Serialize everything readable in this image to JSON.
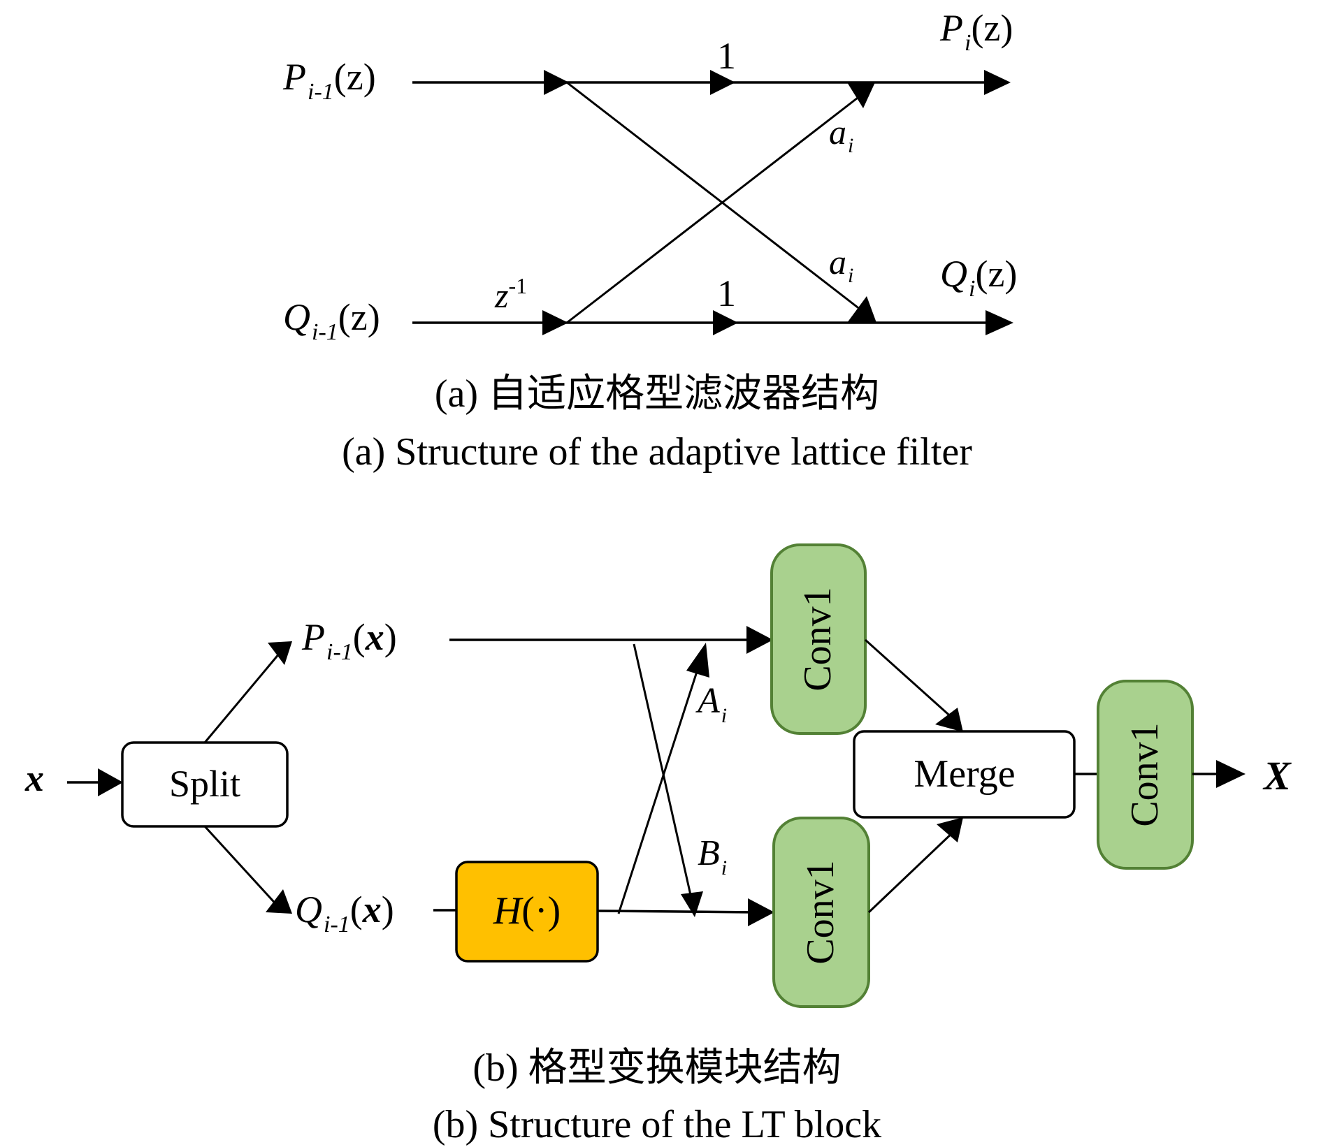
{
  "colors": {
    "line": "#000000",
    "h_block_fill": "#FFC000",
    "conv_fill": "#A9D18E",
    "conv_stroke": "#538135",
    "box_fill": "#FFFFFF"
  },
  "panel_a": {
    "input_top": {
      "main": "P",
      "sub": "i-1",
      "arg": "(z)"
    },
    "input_bottom": {
      "main": "Q",
      "sub": "i-1",
      "arg": "(z)"
    },
    "output_top": {
      "main": "P",
      "sub": "i",
      "arg": "(z)"
    },
    "output_bottom": {
      "main": "Q",
      "sub": "i",
      "arg": "(z)"
    },
    "gain_top": "1",
    "gain_bottom": "1",
    "delay": {
      "main": "z",
      "sup": "-1"
    },
    "coef_up": {
      "main": "a",
      "sub": "i"
    },
    "coef_down": {
      "main": "a",
      "sub": "i"
    },
    "caption_zh": "(a) 自适应格型滤波器结构",
    "caption_en": "(a) Structure of the adaptive lattice filter"
  },
  "panel_b": {
    "input": "x",
    "split_label": "Split",
    "branch_top": {
      "main": "P",
      "sub": "i-1",
      "arg": "x"
    },
    "branch_bottom": {
      "main": "Q",
      "sub": "i-1",
      "arg": "x"
    },
    "h_block": {
      "main": "H",
      "arg": "(·)"
    },
    "coef_a": {
      "main": "A",
      "sub": "i"
    },
    "coef_b": {
      "main": "B",
      "sub": "i"
    },
    "conv_top_label": "Conv1",
    "conv_bottom_label": "Conv1",
    "merge_label": "Merge",
    "conv_out_label": "Conv1",
    "output": "X",
    "caption_zh": "(b) 格型变换模块结构",
    "caption_en": "(b) Structure of the LT block"
  }
}
